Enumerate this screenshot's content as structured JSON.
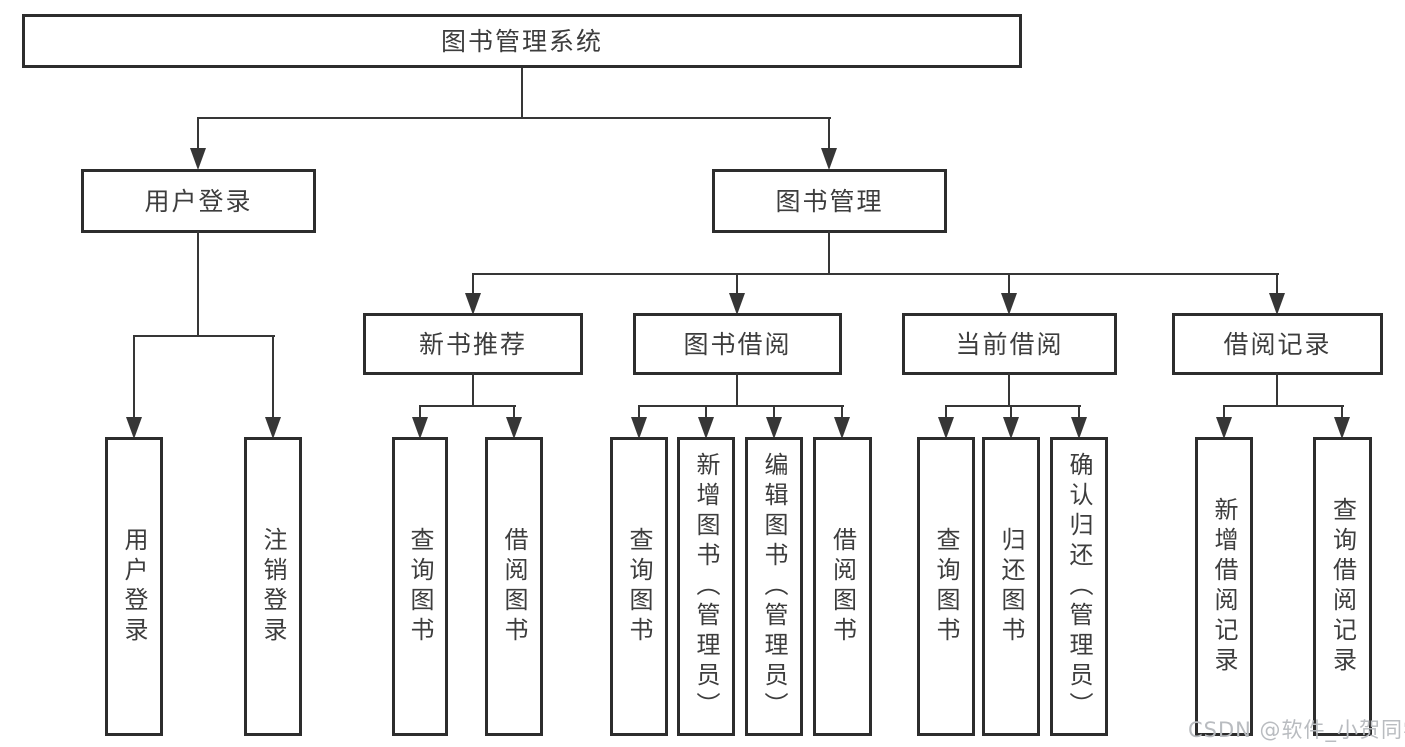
{
  "diagram": {
    "watermark": "CSDN @软件_小贺同学",
    "colors": {
      "background": "#ffffff",
      "box_border": "#2d2d2d",
      "line": "#363636",
      "text": "#3d3d3d",
      "watermark_text": "#b9bcc0"
    },
    "root": {
      "label": "图书管理系统",
      "children": [
        {
          "label": "用户登录",
          "children": [
            {
              "label": "用户登录"
            },
            {
              "label": "注销登录"
            }
          ]
        },
        {
          "label": "图书管理",
          "children": [
            {
              "label": "新书推荐",
              "children": [
                {
                  "label": "查询图书"
                },
                {
                  "label": "借阅图书"
                }
              ]
            },
            {
              "label": "图书借阅",
              "children": [
                {
                  "label": "查询图书"
                },
                {
                  "label": "新增图书（管理员）"
                },
                {
                  "label": "编辑图书（管理员）"
                },
                {
                  "label": "借阅图书"
                }
              ]
            },
            {
              "label": "当前借阅",
              "children": [
                {
                  "label": "查询图书"
                },
                {
                  "label": "归还图书"
                },
                {
                  "label": "确认归还（管理员）"
                }
              ]
            },
            {
              "label": "借阅记录",
              "children": [
                {
                  "label": "新增借阅记录"
                },
                {
                  "label": "查询借阅记录"
                }
              ]
            }
          ]
        }
      ]
    }
  }
}
